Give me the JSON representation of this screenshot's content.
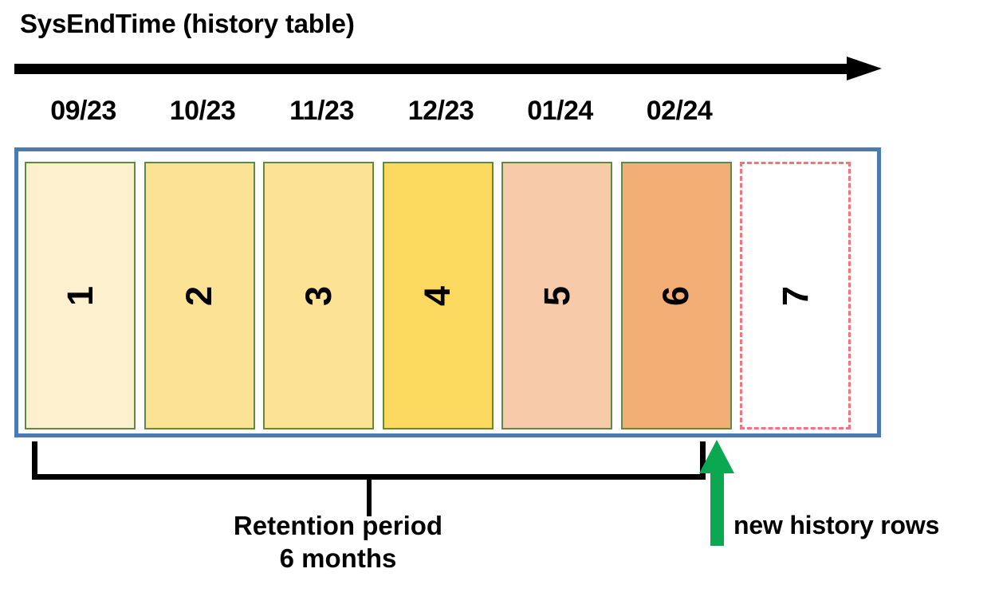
{
  "title": "SysEndTime (history table)",
  "timeline": {
    "axis_direction": "right",
    "month_labels": [
      "09/23",
      "10/23",
      "11/23",
      "12/23",
      "01/24",
      "02/24"
    ]
  },
  "colors": {
    "frame_border": "#4a7ab0",
    "partition_border": "#5e8b3f",
    "future_partition_border": "#f2737a",
    "arrow_green": "#0ba751",
    "axis_black": "#000000"
  },
  "partitions": [
    {
      "label": "1",
      "month": "09/23",
      "fill": "#fcf0cf",
      "state": "retained"
    },
    {
      "label": "2",
      "month": "10/23",
      "fill": "#fbe295",
      "state": "retained"
    },
    {
      "label": "3",
      "month": "11/23",
      "fill": "#fbe295",
      "state": "retained"
    },
    {
      "label": "4",
      "month": "12/23",
      "fill": "#fbd85e",
      "state": "retained"
    },
    {
      "label": "5",
      "month": "01/24",
      "fill": "#f7cba9",
      "state": "retained"
    },
    {
      "label": "6",
      "month": "02/24",
      "fill": "#f2ae74",
      "state": "retained"
    },
    {
      "label": "7",
      "month": "",
      "fill": "#ffffff",
      "state": "future"
    }
  ],
  "retention": {
    "caption_line1": "Retention period",
    "caption_line2": "6 months",
    "covers_partitions": [
      "1",
      "2",
      "3",
      "4",
      "5",
      "6"
    ]
  },
  "new_rows": {
    "label": "new history rows",
    "target_partition": "7"
  }
}
